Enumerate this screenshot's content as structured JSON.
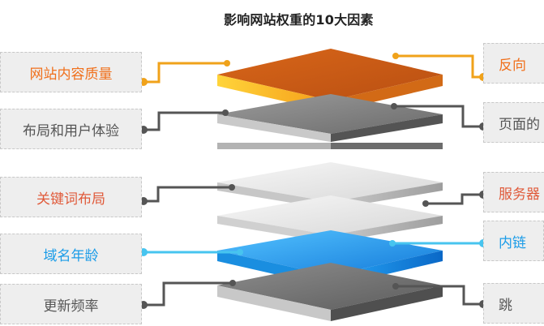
{
  "header": {
    "title": "影响网站权重的10大因素"
  },
  "left_items": [
    {
      "label": "网站内容质量"
    },
    {
      "label": "布局和用户体验"
    },
    {
      "label": "关键词布局"
    },
    {
      "label": "域名年龄"
    },
    {
      "label": "更新频率"
    }
  ],
  "right_items": [
    {
      "label": "反向"
    },
    {
      "label": "页面的"
    },
    {
      "label": "服务器"
    },
    {
      "label": "内链"
    },
    {
      "label": "跳"
    }
  ],
  "colors": {
    "orange": "#f28a1a",
    "dark_gray": "#666666",
    "light_gray": "#d8d8d8",
    "blue": "#1b9ce8",
    "red_text": "#e05a3a"
  }
}
